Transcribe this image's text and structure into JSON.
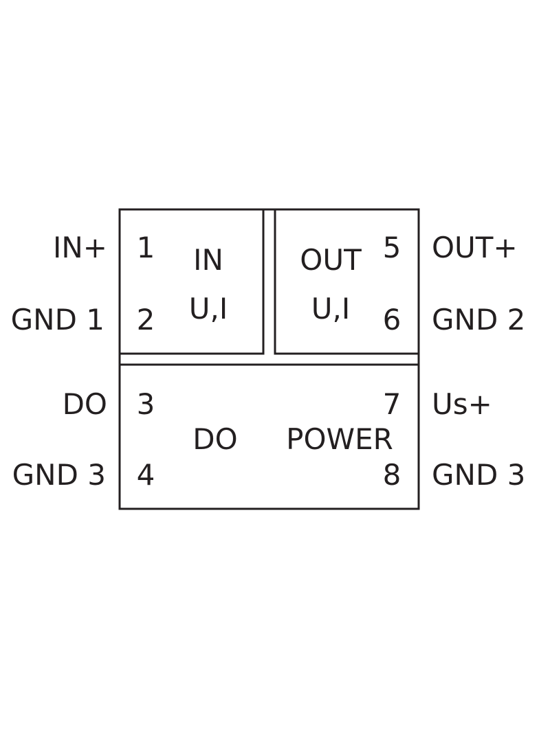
{
  "diagram": {
    "terminals": {
      "t1": "1",
      "t2": "2",
      "t3": "3",
      "t4": "4",
      "t5": "5",
      "t6": "6",
      "t7": "7",
      "t8": "8"
    },
    "signals": {
      "in_plus": "IN+",
      "gnd1": "GND 1",
      "do": "DO",
      "gnd3_left": "GND 3",
      "out_plus": "OUT+",
      "gnd2": "GND 2",
      "us_plus": "Us+",
      "gnd3_right": "GND 3"
    },
    "blocks": {
      "in_title": "IN",
      "in_sub": "U,I",
      "out_title": "OUT",
      "out_sub": "U,I",
      "do": "DO",
      "power": "POWER"
    }
  }
}
